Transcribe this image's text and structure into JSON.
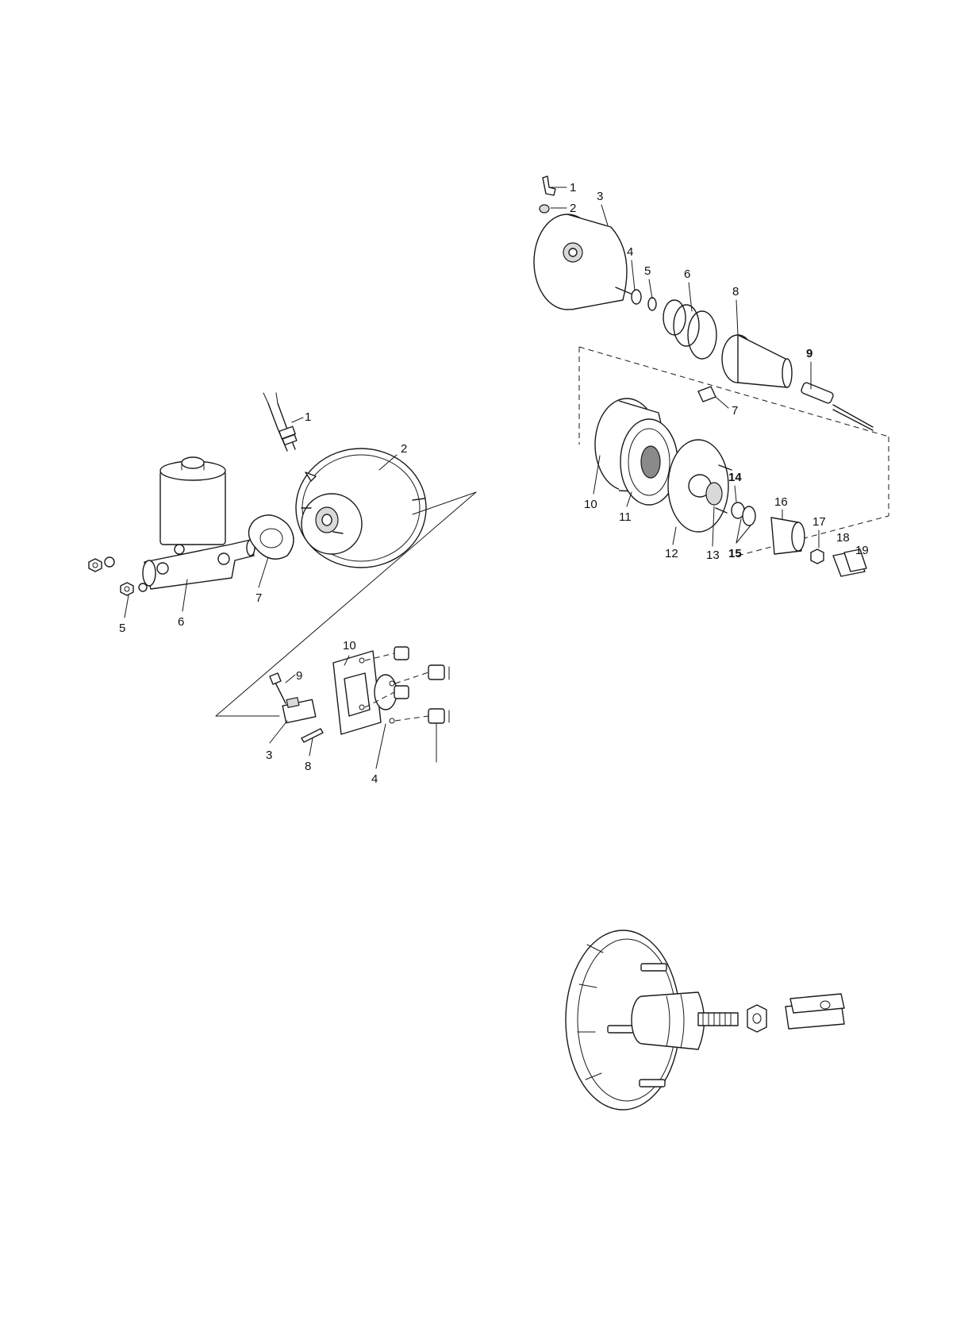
{
  "diagram_left": {
    "callouts": [
      "1",
      "2",
      "5",
      "6",
      "7",
      "10",
      "9",
      "3",
      "8",
      "4"
    ]
  },
  "diagram_right": {
    "callouts": [
      "1",
      "2",
      "3",
      "4",
      "5",
      "6",
      "8",
      "9",
      "7",
      "10",
      "11",
      "12",
      "13",
      "14",
      "15",
      "16",
      "17",
      "18",
      "19"
    ]
  },
  "diagram_bottom": {
    "callouts": []
  }
}
